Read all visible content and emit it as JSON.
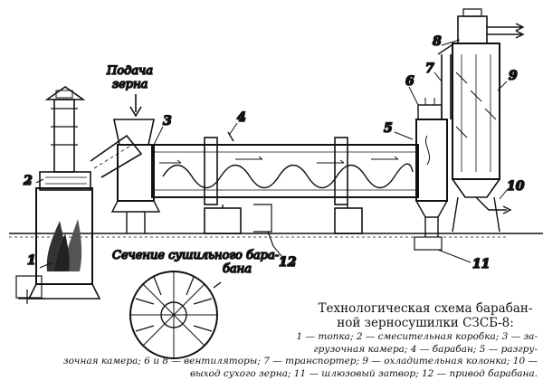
{
  "labels": {
    "feed": "Подача",
    "feed2": "зерна",
    "section1": "Сечение сушильного бара-",
    "section2": "бана"
  },
  "numbers": {
    "n1": "1",
    "n2": "2",
    "n3": "3",
    "n4": "4",
    "n5": "5",
    "n6": "6",
    "n7": "7",
    "n8": "8",
    "n9": "9",
    "n10": "10",
    "n11": "11",
    "n12": "12"
  },
  "caption": {
    "title_line1": "Технологическая схема барабан-",
    "title_line2": "ной зерносушилки СЗСБ-8:",
    "legend_line1": "1 — топка; 2 — смесительная коробка; 3 — за-",
    "legend_line2": "грузочная камера; 4 — барабан; 5 — разгру-",
    "legend_line3": "зочная камера; 6 и 8 — вентиляторы; 7 — транспортер; 9 — охладительная колонка; 10 —",
    "legend_line4": "выход сухого зерна; 11 — шлюзовый затвор; 12 — привод барабана."
  }
}
